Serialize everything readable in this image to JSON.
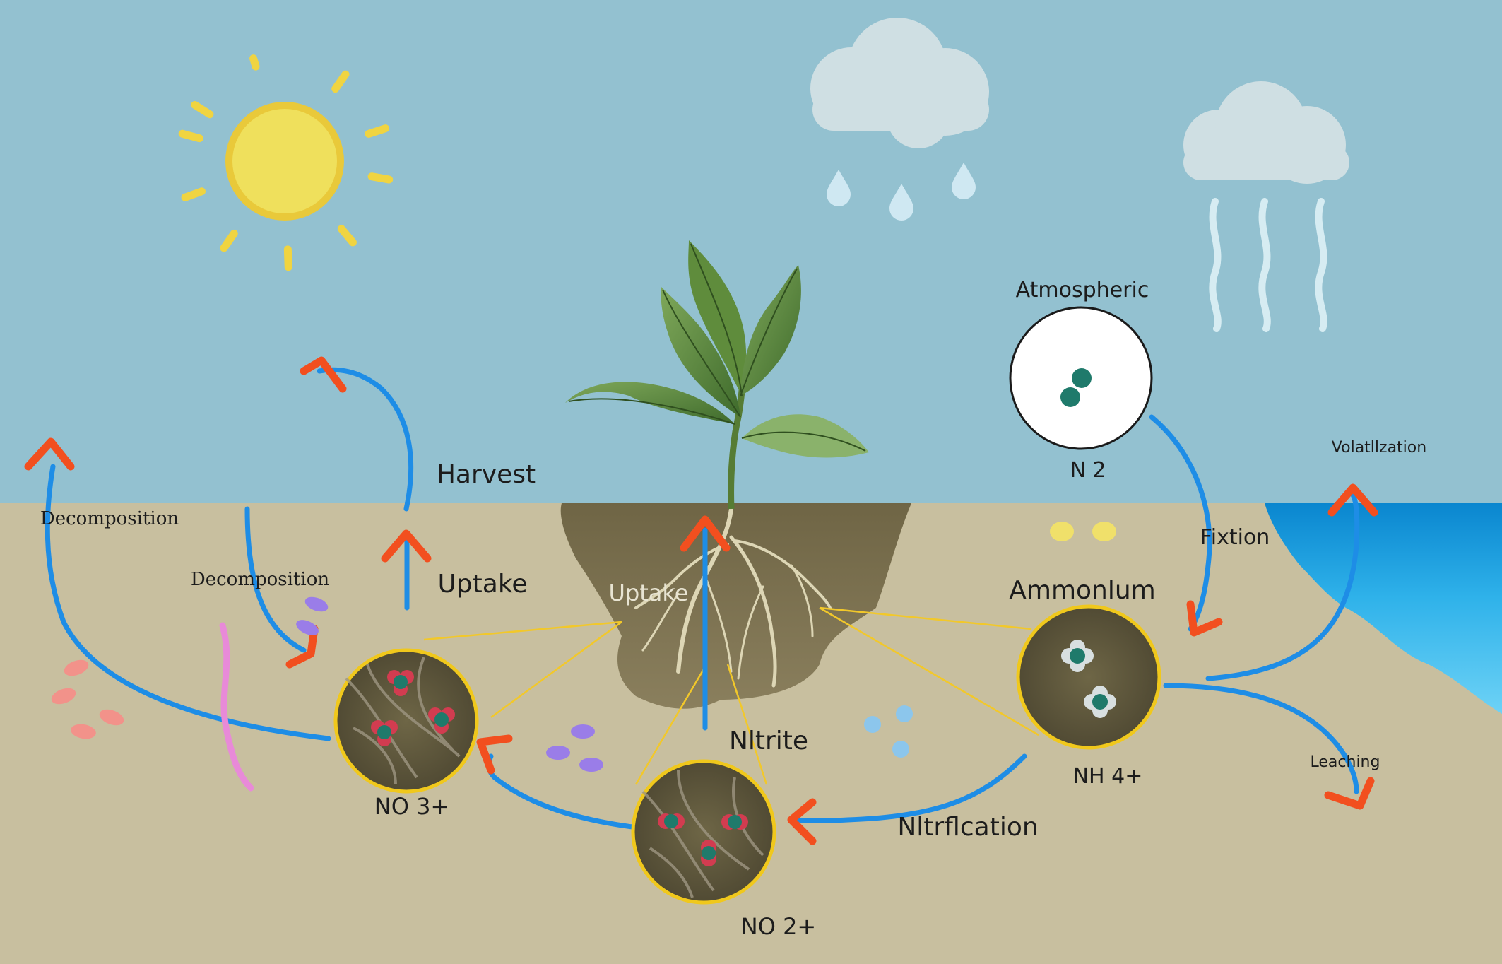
{
  "colors": {
    "sky": "#93c1d0",
    "soil": "#c8bf9f",
    "water_deep": "#0c8fd6",
    "water_light": "#5ec8f2",
    "flow_arrow": "#1e8de6",
    "arrow_head": "#f24f1f",
    "sun": "#efe05c",
    "sun_ray": "#f0d441",
    "cloud": "#cfdfe3",
    "molecule": "#1f7a6b",
    "nitrate_atom": "#d23c50",
    "ammonium_atom": "#d8dfe0",
    "link_line": "#f2c82a"
  },
  "icons": [
    "sun-icon",
    "cloud-icon",
    "raindrop-icon",
    "plant-icon",
    "molecule-icon",
    "arrow-icon"
  ],
  "labels": {
    "atmospheric": "Atmospheric",
    "n2": "N 2",
    "volatilization": "Volatllzation",
    "fixation": "Fixtion",
    "ammonium": "Ammonlum",
    "nh4": "NH 4+",
    "leaching": "Leaching",
    "nitrification": "Nltrflcation",
    "no2": "NO 2+",
    "nitrite": "Nltrite",
    "uptake_root": "Uptake",
    "uptake": "Uptake",
    "harvest": "Harvest",
    "decomposition_left": "Decomposition",
    "decomposition_mid": "Decomposition",
    "no3": "NO 3+"
  }
}
